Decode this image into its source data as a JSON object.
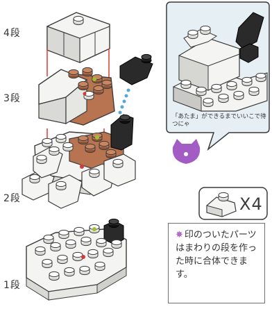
{
  "steps": [
    {
      "id": "4",
      "label": "4段"
    },
    {
      "id": "3",
      "label": "3段"
    },
    {
      "id": "2",
      "label": "2段"
    },
    {
      "id": "1",
      "label": "1段"
    }
  ],
  "speech_bubble": {
    "text": "「あたま」ができるまでいいこで待つにゃ"
  },
  "part_callout": {
    "multiplier": "X4"
  },
  "note": {
    "star_icon": "purple-star-icon",
    "text": "印のついたパーツはまわりの段を作った時に合体できます。"
  },
  "colors": {
    "white_brick": "#f4f4f2",
    "brown_brick": "#b87350",
    "black_brick": "#2a2a2a",
    "outline": "#3a3a3a",
    "bubble_fill": "#e5eff4",
    "guide_line": "#e03b2f",
    "dots": "#56a7d8",
    "cat_face": "#a25cc4",
    "star": "#b06ac8",
    "stud_green": "#9fbf2c",
    "stud_red": "#d23b3b"
  }
}
